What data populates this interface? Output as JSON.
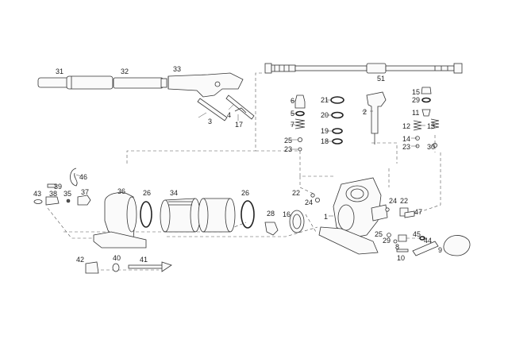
{
  "labels": {
    "p1": "1",
    "p2": "2",
    "p3": "3",
    "p4": "4",
    "p5": "5",
    "p6": "6",
    "p7": "7",
    "p8": "8",
    "p9": "9",
    "p10": "10",
    "p11": "11",
    "p12": "12",
    "p13": "13",
    "p14": "14",
    "p15": "15",
    "p16": "16",
    "p17": "17",
    "p18": "18",
    "p19": "19",
    "p20": "20",
    "p21": "21",
    "p22": "22",
    "p22b": "22",
    "p23": "23",
    "p23b": "23",
    "p24": "24",
    "p24b": "24",
    "p25": "25",
    "p25b": "25",
    "p26": "26",
    "p26b": "26",
    "p28": "28",
    "p29": "29",
    "p29b": "29",
    "p30": "30",
    "p31": "31",
    "p32": "32",
    "p33": "33",
    "p34": "34",
    "p35": "35",
    "p36": "36",
    "p37": "37",
    "p38": "38",
    "p39": "39",
    "p40": "40",
    "p41": "41",
    "p42": "42",
    "p43": "43",
    "p44": "44",
    "p45": "45",
    "p46": "46",
    "p47": "47",
    "p51": "51"
  }
}
